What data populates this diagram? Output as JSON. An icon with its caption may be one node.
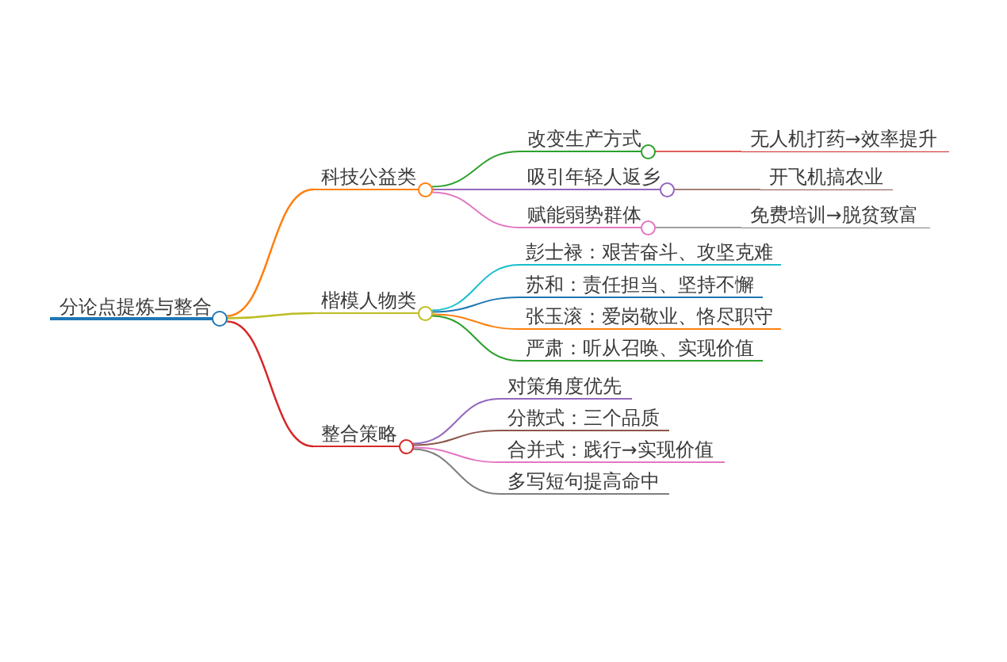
{
  "diagram": {
    "nodes": [
      {
        "text": [
          "分论点提炼与整合"
        ]
      },
      {
        "text": [
          "科技公益类"
        ]
      },
      {
        "text": [
          "改变生产方式"
        ]
      },
      {
        "text": [
          "无人机打药→效率提升"
        ]
      },
      {
        "text": [
          "吸引年轻人返乡"
        ]
      },
      {
        "text": [
          "开飞机搞农业"
        ]
      },
      {
        "text": [
          "赋能弱势群体"
        ]
      },
      {
        "text": [
          "免费培训→脱贫致富"
        ]
      },
      {
        "text": [
          "楷模人物类"
        ]
      },
      {
        "text": [
          "彭士禄：艰苦奋斗、攻坚克难"
        ]
      },
      {
        "text": [
          "苏和：责任担当、坚持不懈"
        ]
      },
      {
        "text": [
          "张玉滚：爱岗敬业、恪尽职守"
        ]
      },
      {
        "text": [
          "严肃：听从召唤、实现价值"
        ]
      },
      {
        "text": [
          "整合策略"
        ]
      },
      {
        "text": [
          "对策角度优先"
        ]
      },
      {
        "text": [
          "分散式：三个品质"
        ]
      },
      {
        "text": [
          "合并式：践行→实现价值"
        ]
      },
      {
        "text": [
          "多写短句提高命中"
        ]
      }
    ],
    "edges": [
      {
        "from": 0,
        "to": 1,
        "arrow": "none",
        "color": "#ff7f0e"
      },
      {
        "from": 1,
        "to": 2,
        "arrow": "none",
        "color": "#2ca02c"
      },
      {
        "from": 2,
        "to": 3,
        "arrow": "none",
        "color": "#d62728"
      },
      {
        "from": 1,
        "to": 4,
        "arrow": "none",
        "color": "#9467bd"
      },
      {
        "from": 4,
        "to": 5,
        "arrow": "none",
        "color": "#8c564b"
      },
      {
        "from": 1,
        "to": 6,
        "arrow": "none",
        "color": "#e377c2"
      },
      {
        "from": 6,
        "to": 7,
        "arrow": "none",
        "color": "#7f7f7f"
      },
      {
        "from": 0,
        "to": 8,
        "arrow": "none",
        "color": "#bcbd22"
      },
      {
        "from": 8,
        "to": 9,
        "arrow": "none",
        "color": "#17becf"
      },
      {
        "from": 8,
        "to": 10,
        "arrow": "none",
        "color": "#1f77b4"
      },
      {
        "from": 8,
        "to": 11,
        "arrow": "none",
        "color": "#ff7f0e"
      },
      {
        "from": 8,
        "to": 12,
        "arrow": "none",
        "color": "#2ca02c"
      },
      {
        "from": 0,
        "to": 13,
        "arrow": "none",
        "color": "#d62728"
      },
      {
        "from": 13,
        "to": 14,
        "arrow": "none",
        "color": "#9467bd"
      },
      {
        "from": 13,
        "to": 15,
        "arrow": "none",
        "color": "#8c564b"
      },
      {
        "from": 13,
        "to": 16,
        "arrow": "none",
        "color": "#e377c2"
      },
      {
        "from": 13,
        "to": 17,
        "arrow": "none",
        "color": "#7f7f7f"
      }
    ]
  }
}
